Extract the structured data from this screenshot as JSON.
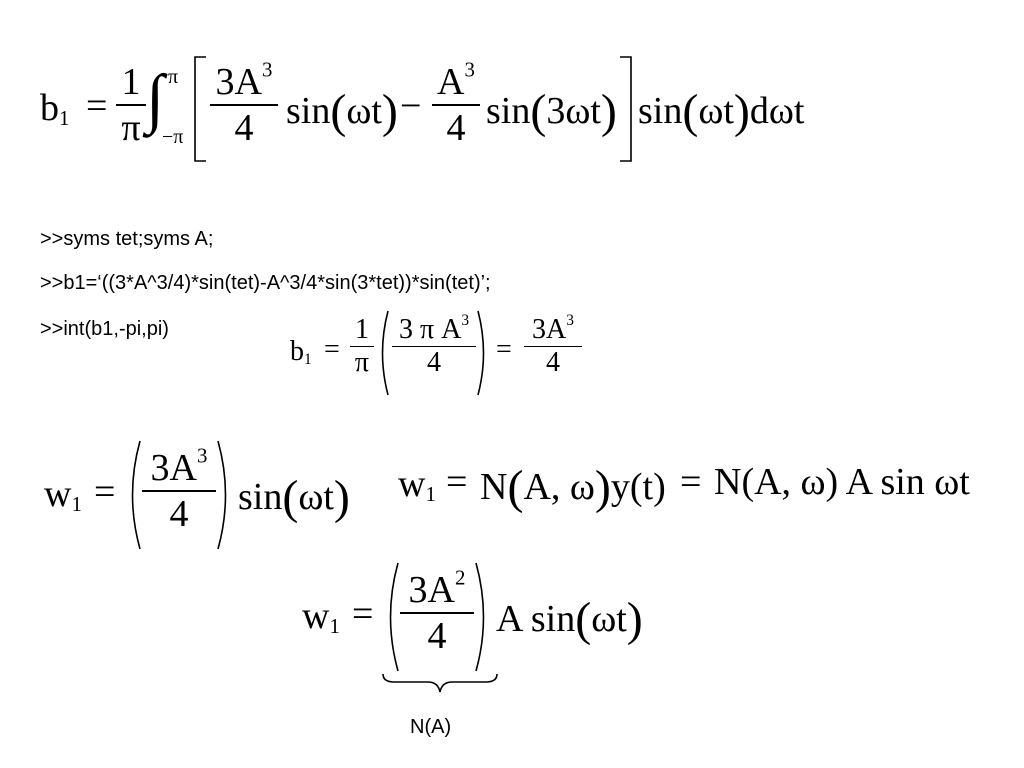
{
  "eq1": {
    "lhs": "b",
    "lhs_sub": "1",
    "eq": "=",
    "coef_num": "1",
    "coef_den": "π",
    "integral": "∫",
    "upper": "π",
    "lower": "−π",
    "f1_num": "3A",
    "f1_num_exp": "3",
    "f1_den": "4",
    "t1": "sin",
    "t1_arg": "ωt",
    "minus": "−",
    "f2_num": "A",
    "f2_num_exp": "3",
    "f2_den": "4",
    "t2": "sin",
    "t2_arg": "3ωt",
    "t3": "sin",
    "t3_arg": "ωt",
    "tail": "dωt"
  },
  "code": {
    "line1": ">>syms tet;syms A;",
    "line2": ">>b1=‘((3*A^3/4)*sin(tet)-A^3/4*sin(3*tet))*sin(tet)’;",
    "line3": ">>int(b1,-pi,pi)"
  },
  "eq2": {
    "lhs": "b",
    "lhs_sub": "1",
    "eq": "=",
    "coef_num": "1",
    "coef_den": "π",
    "inner_num": "3 π A",
    "inner_num_exp": "3",
    "inner_den": "4",
    "eq2": "=",
    "res_num": "3A",
    "res_num_exp": "3",
    "res_den": "4"
  },
  "eq3": {
    "lhs": "w",
    "lhs_sub": "1",
    "eq": "=",
    "num": "3A",
    "num_exp": "3",
    "den": "4",
    "fn": "sin",
    "arg": "ωt"
  },
  "eq4": {
    "lhs": "w",
    "lhs_sub": "1",
    "eq": "=",
    "n1": "N",
    "n1_args": "A, ω",
    "y": "y(t)",
    "eq2": "=",
    "n2": "N(A, ω) A sin ωt"
  },
  "eq5": {
    "lhs": "w",
    "lhs_sub": "1",
    "eq": "=",
    "num": "3A",
    "num_exp": "2",
    "den": "4",
    "tail": "A sin",
    "arg": "ωt",
    "brace_label": "N(A)"
  }
}
